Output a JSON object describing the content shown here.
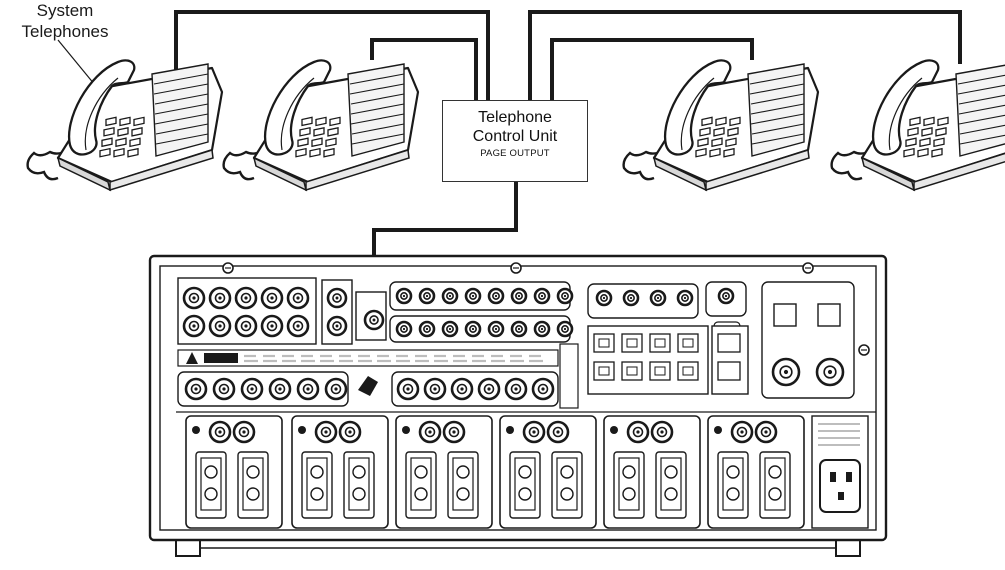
{
  "labels": {
    "phones_callout": [
      "System",
      "Telephones"
    ],
    "control_unit": {
      "line1": "Telephone",
      "line2": "Control Unit",
      "line3": "PAGE OUTPUT"
    }
  },
  "icons": {
    "telephone": "desk-telephone-icon",
    "amplifier": "amplifier-rear-panel-icon"
  },
  "colors": {
    "ink": "#1a1a1a",
    "panel_fill": "#ffffff",
    "shade": "#bdbdbd"
  }
}
